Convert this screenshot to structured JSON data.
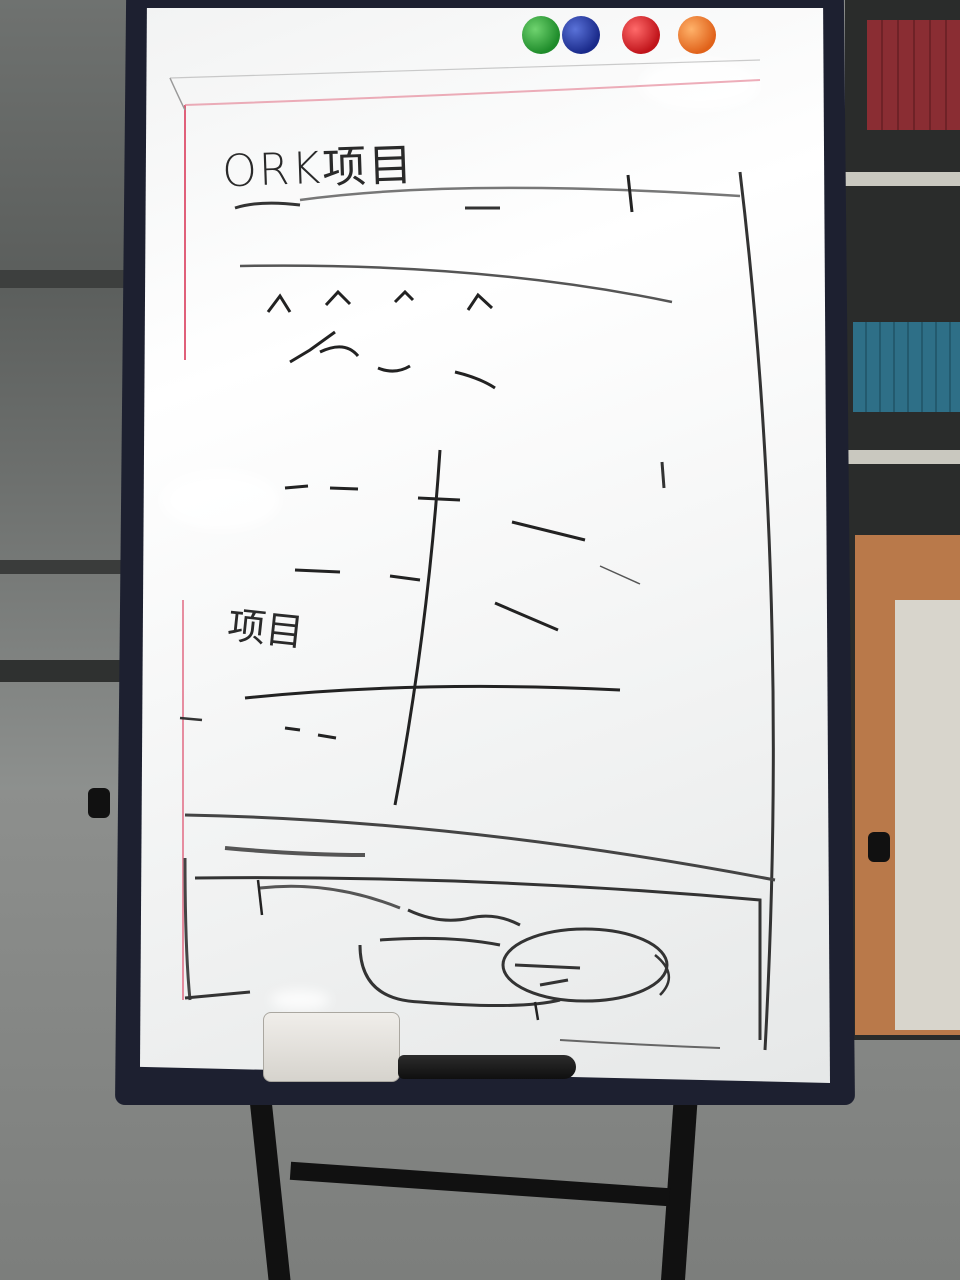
{
  "whiteboard": {
    "title_text": "ORK项目",
    "section_label": "项目"
  },
  "marker": {
    "label": ""
  },
  "magnets": [
    "green",
    "blue",
    "red",
    "orange"
  ],
  "colors": {
    "board_frame": "#1d2030",
    "board_surface": "#f4f5f5",
    "ink": "#2a2a2a",
    "margin_line": "#e0607a"
  }
}
